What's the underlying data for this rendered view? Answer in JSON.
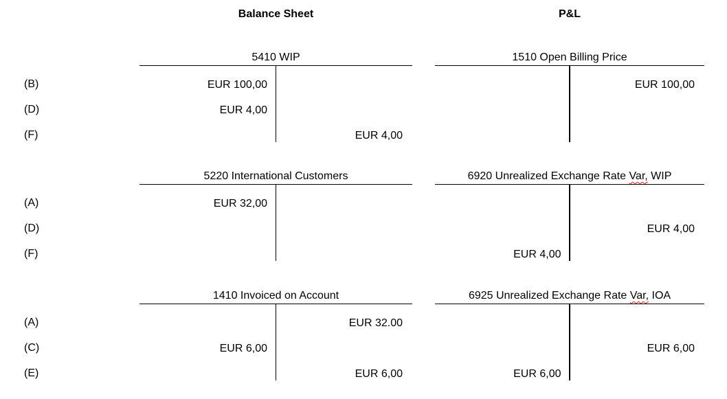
{
  "app": {
    "background": "#ffffff",
    "text_color": "#000000",
    "line_color": "#000000",
    "spellcheck_underline_color": "#e02020"
  },
  "column_headers": [
    {
      "id": "balance-sheet",
      "label": "Balance Sheet"
    },
    {
      "id": "pl",
      "label": "P&L"
    }
  ],
  "entry_label_groups": [
    {
      "labels": [
        "(B)",
        "(D)",
        "(F)"
      ]
    },
    {
      "labels": [
        "(A)",
        "(D)",
        "(F)"
      ]
    },
    {
      "labels": [
        "(A)",
        "(C)",
        "(E)"
      ]
    }
  ],
  "t_accounts": [
    {
      "column": 0,
      "row": 0,
      "account_code": "5410",
      "title_parts": [
        {
          "text": "5410 WIP",
          "spellcheck": false
        }
      ],
      "entries": [
        {
          "debit": "EUR 100,00",
          "credit": ""
        },
        {
          "debit": "EUR 4,00",
          "credit": ""
        },
        {
          "debit": "",
          "credit": "EUR 4,00"
        }
      ]
    },
    {
      "column": 1,
      "row": 0,
      "account_code": "1510",
      "title_parts": [
        {
          "text": "1510 Open Billing Price",
          "spellcheck": false
        }
      ],
      "entries": [
        {
          "debit": "",
          "credit": "EUR 100,00"
        },
        {
          "debit": "",
          "credit": ""
        },
        {
          "debit": "",
          "credit": ""
        }
      ]
    },
    {
      "column": 0,
      "row": 1,
      "account_code": "5220",
      "title_parts": [
        {
          "text": "5220 International Customers",
          "spellcheck": false
        }
      ],
      "entries": [
        {
          "debit": "EUR 32,00",
          "credit": ""
        },
        {
          "debit": "",
          "credit": ""
        },
        {
          "debit": "",
          "credit": ""
        }
      ]
    },
    {
      "column": 1,
      "row": 1,
      "account_code": "6920",
      "title_parts": [
        {
          "text": "6920 Unrealized Exchange Rate ",
          "spellcheck": false
        },
        {
          "text": "Var,",
          "spellcheck": true
        },
        {
          "text": " WIP",
          "spellcheck": false
        }
      ],
      "entries": [
        {
          "debit": "",
          "credit": ""
        },
        {
          "debit": "",
          "credit": "EUR 4,00"
        },
        {
          "debit": "EUR 4,00",
          "credit": ""
        }
      ]
    },
    {
      "column": 0,
      "row": 2,
      "account_code": "1410",
      "title_parts": [
        {
          "text": "1410 Invoiced on Account",
          "spellcheck": false
        }
      ],
      "entries": [
        {
          "debit": "",
          "credit": "EUR 32.00"
        },
        {
          "debit": "EUR 6,00",
          "credit": ""
        },
        {
          "debit": "",
          "credit": "EUR 6,00"
        }
      ]
    },
    {
      "column": 1,
      "row": 2,
      "account_code": "6925",
      "title_parts": [
        {
          "text": "6925 Unrealized Exchange Rate ",
          "spellcheck": false
        },
        {
          "text": "Var,",
          "spellcheck": true
        },
        {
          "text": " IOA",
          "spellcheck": false
        }
      ],
      "entries": [
        {
          "debit": "",
          "credit": ""
        },
        {
          "debit": "",
          "credit": "EUR 6,00"
        },
        {
          "debit": "EUR 6,00",
          "credit": ""
        }
      ]
    }
  ]
}
